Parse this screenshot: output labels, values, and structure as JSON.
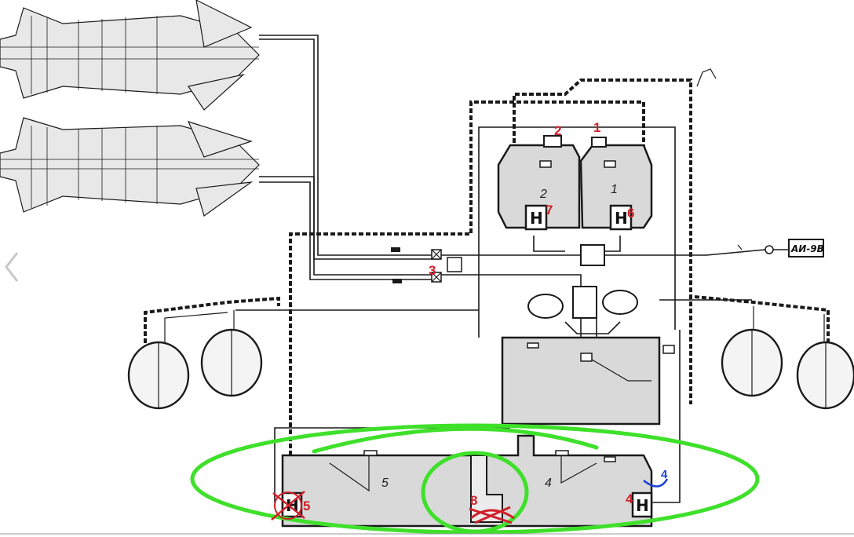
{
  "tag_label": "АИ-9В",
  "pump_letter": "Н",
  "tank_numbers": {
    "tank_1": "1",
    "tank_2": "2",
    "tank_4": "4",
    "tank_5": "5"
  },
  "red_labels": {
    "label_1": "1",
    "label_2": "2",
    "label_3": "3",
    "label_4": "4",
    "label_5": "5",
    "label_6": "6",
    "label_7": "7",
    "label_8": "8"
  },
  "blue_label": "4",
  "colors": {
    "annotation_red": "#d0202a",
    "annotation_green": "#3fe02a",
    "annotation_blue": "#1a3fd8",
    "line": "#1a1a1a"
  }
}
